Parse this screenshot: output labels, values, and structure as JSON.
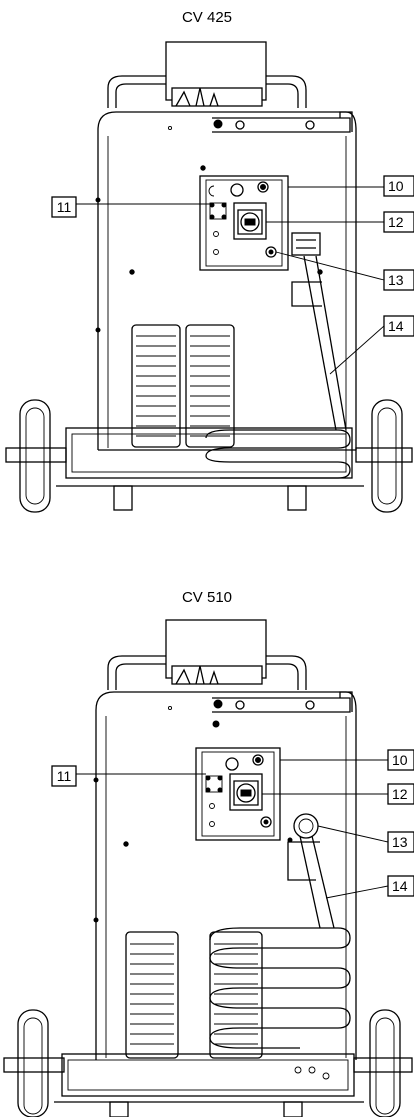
{
  "figures": [
    {
      "title": "CV 425",
      "callouts": {
        "left": [
          "11"
        ],
        "right": [
          "10",
          "12",
          "13",
          "14"
        ]
      }
    },
    {
      "title": "CV 510",
      "callouts": {
        "left": [
          "11"
        ],
        "right": [
          "10",
          "12",
          "13",
          "14"
        ]
      }
    }
  ]
}
